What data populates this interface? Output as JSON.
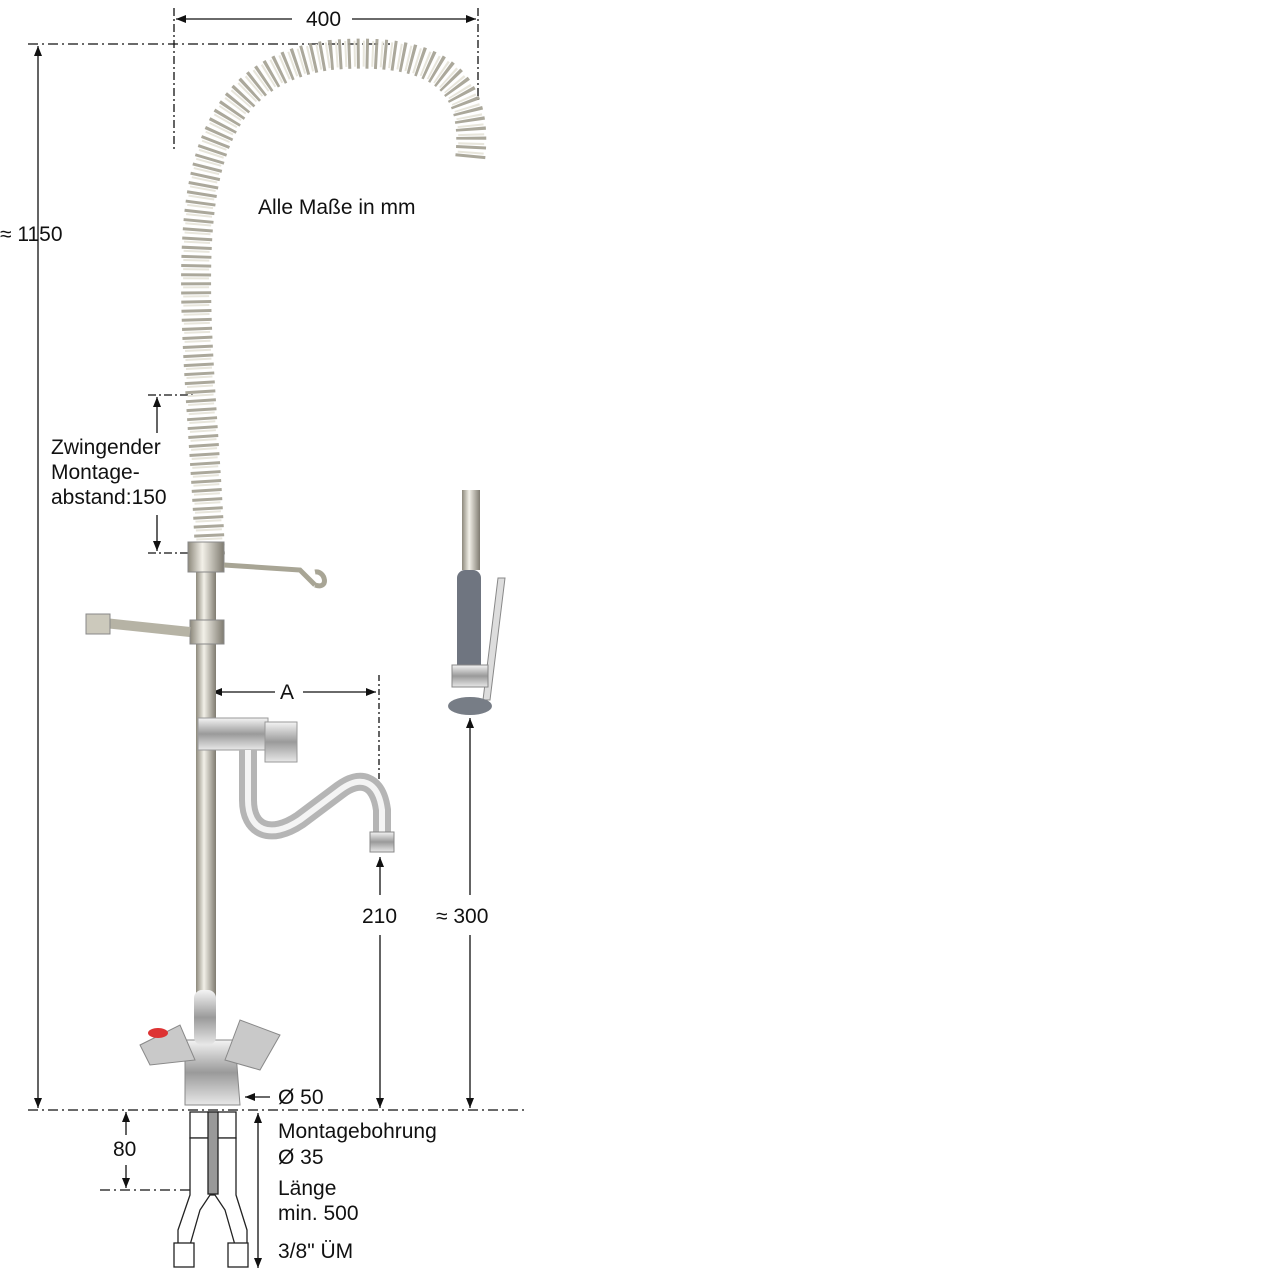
{
  "dimensions": {
    "width_top": "400",
    "height_total": "≈ 1150",
    "reach_a": "A",
    "spout_height": "210",
    "spray_height": "≈ 300",
    "base_diameter": "Ø 50",
    "below_counter": "80"
  },
  "notes": {
    "units": "Alle Maße in mm",
    "mounting_distance": [
      "Zwingender",
      "Montage-",
      "abstand:150"
    ],
    "mounting_hole": [
      "Montagebohrung",
      "Ø 35"
    ],
    "hose_length": [
      "Länge",
      "min. 500"
    ],
    "connection": "3/8\" ÜM"
  }
}
